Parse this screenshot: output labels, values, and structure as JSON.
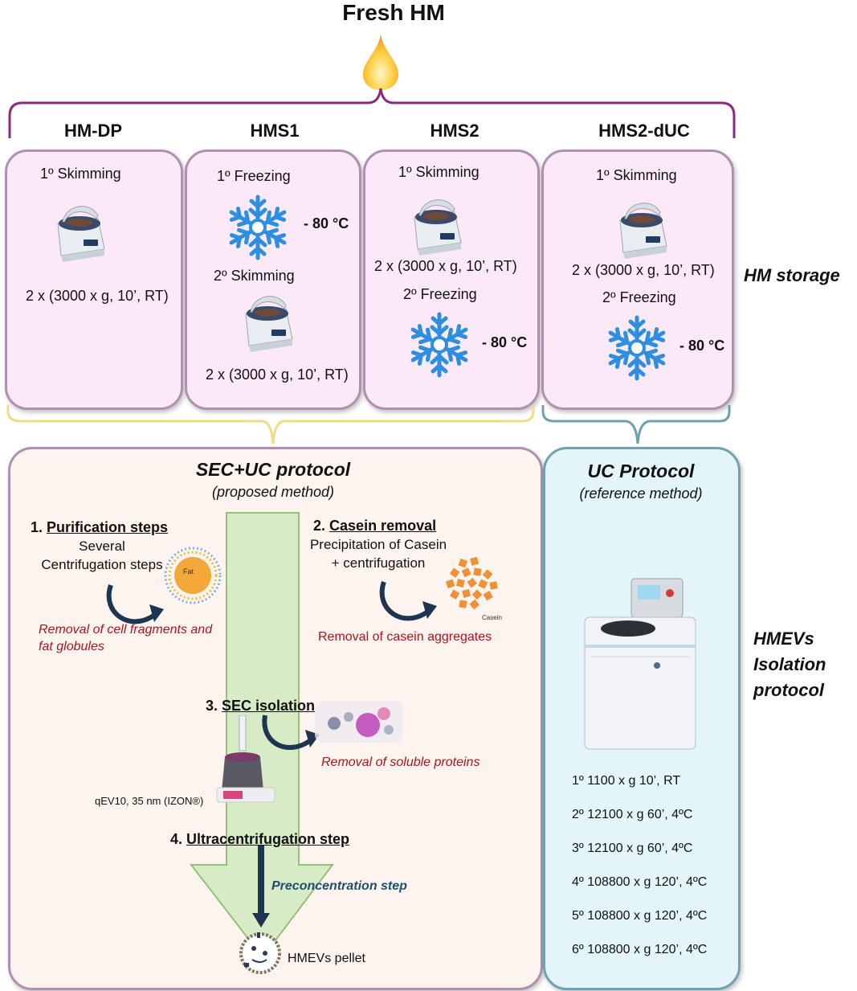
{
  "title": "Fresh HM",
  "storage": {
    "side_label": "HM storage",
    "columns": [
      {
        "name": "HM-DP",
        "lines": [
          "1º Skimming",
          "2 x (3000 x g, 10’, RT)"
        ]
      },
      {
        "name": "HMS1",
        "lines": [
          "1º Freezing",
          "- 80 °C",
          "2º Skimming",
          "2 x (3000 x g, 10’, RT)"
        ]
      },
      {
        "name": "HMS2",
        "lines": [
          "1º Skimming",
          "2 x (3000 x g, 10’, RT)",
          "2º Freezing",
          "- 80 °C"
        ]
      },
      {
        "name": "HMS2-dUC",
        "lines": [
          "1º Skimming",
          "2 x (3000 x g, 10’, RT)",
          "2º Freezing",
          "- 80 °C"
        ]
      }
    ]
  },
  "isolation": {
    "side_label_lines": [
      "HMEVs",
      "Isolation",
      "protocol"
    ],
    "sec_uc": {
      "title": "SEC+UC protocol",
      "subtitle": "(proposed method)",
      "step1": {
        "num": "1.",
        "name": "Purification steps",
        "desc_lines": [
          "Several",
          "Centrifugation steps"
        ],
        "fat_label": "Fat",
        "result_lines": [
          "Removal of cell fragments and",
          "fat globules"
        ]
      },
      "step2": {
        "num": "2.",
        "name": "Casein removal",
        "desc_lines": [
          "Precipitation of Casein",
          "+ centrifugation"
        ],
        "casein_label": "Casein",
        "result": "Removal of casein aggregates"
      },
      "step3": {
        "num": "3.",
        "name": "SEC isolation",
        "result": "Removal of soluble proteins",
        "column_label": "qEV10, 35 nm (IZON®)"
      },
      "step4": {
        "num": "4.",
        "name": "Ultracentrifugation step",
        "result": "Preconcentration step"
      },
      "pellet": "HMEVs pellet"
    },
    "uc": {
      "title": "UC Protocol",
      "subtitle": "(reference method)",
      "steps": [
        "1º 1100 x g 10’, RT",
        "2º 12100 x g 60’, 4ºC",
        "3º 12100 x g 60’, 4ºC",
        "4º 108800 x g 120’, 4ºC",
        "5º 108800 x g 120’, 4ºC",
        "6º 108800 x g 120’, 4ºC"
      ]
    }
  },
  "colors": {
    "storage_bracket": "#8b2a7d",
    "sec_bracket": "#f1dc86",
    "uc_bracket": "#6f9fb2",
    "snowflake": "#2e8fe0",
    "arrow_fill": "#d6ecc4",
    "red_text": "#b0121b",
    "uc_text": "#1d4e6e"
  }
}
